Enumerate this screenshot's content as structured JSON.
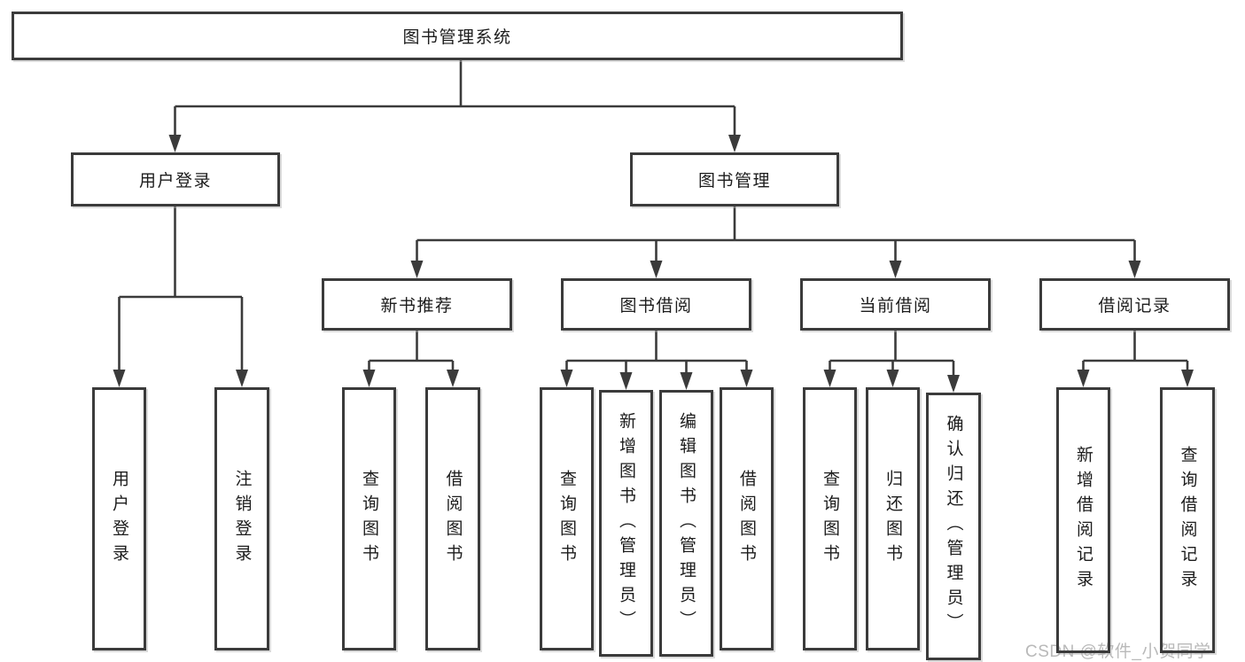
{
  "diagram": {
    "title_node": "图书管理系统",
    "level2": {
      "user_login": "用户登录",
      "book_mgmt": "图书管理"
    },
    "level3": {
      "new_book_rec": "新书推荐",
      "book_borrow": "图书借阅",
      "current_borrow": "当前借阅",
      "borrow_records": "借阅记录"
    },
    "leaves": {
      "user_login": "用户登录",
      "logout": "注销登录",
      "rec_query_books": "查询图书",
      "rec_borrow_books": "借阅图书",
      "bb_query_books": "查询图书",
      "bb_add_books_admin": "新增图书（管理员）",
      "bb_edit_books_admin": "编辑图书（管理员）",
      "bb_borrow_books": "借阅图书",
      "cb_query_books": "查询图书",
      "cb_return_books": "归还图书",
      "cb_confirm_return_admin": "确认归还（管理员）",
      "br_add_record": "新增借阅记录",
      "br_query_record": "查询借阅记录"
    }
  },
  "watermark": {
    "text": "CSDN @软件_小贺同学",
    "color": "#b9b9b9"
  },
  "colors": {
    "line": "#3b3b3b",
    "text": "#1c1c1c",
    "background": "#ffffff"
  }
}
